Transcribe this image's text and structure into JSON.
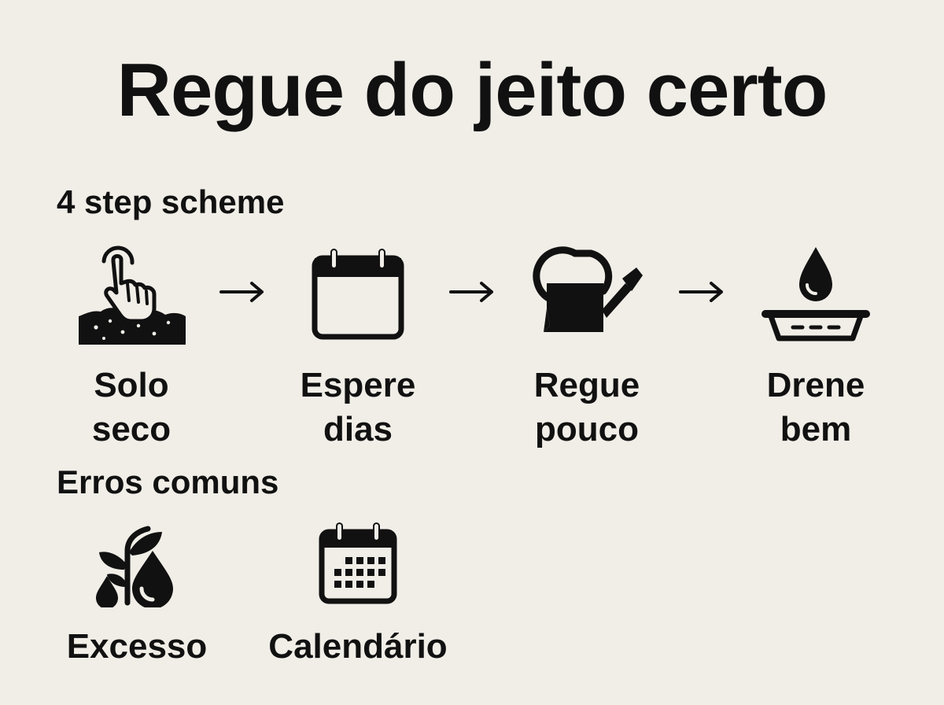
{
  "title": "Regue do jeito certo",
  "scheme_heading": "4 step scheme",
  "steps": [
    {
      "line1": "Solo",
      "line2": "seco",
      "icon": "hand-touching-soil-icon"
    },
    {
      "line1": "Espere",
      "line2": "dias",
      "icon": "calendar-icon"
    },
    {
      "line1": "Regue",
      "line2": "pouco",
      "icon": "watering-can-icon"
    },
    {
      "line1": "Drene",
      "line2": "bem",
      "icon": "drip-tray-icon"
    }
  ],
  "mistakes_heading": "Erros comuns",
  "mistakes": [
    {
      "label": "Excesso",
      "icon": "plant-water-drops-icon"
    },
    {
      "label": "Calendário",
      "icon": "calendar-grid-icon"
    }
  ],
  "colors": {
    "background": "#f1eee8",
    "ink": "#111111"
  }
}
